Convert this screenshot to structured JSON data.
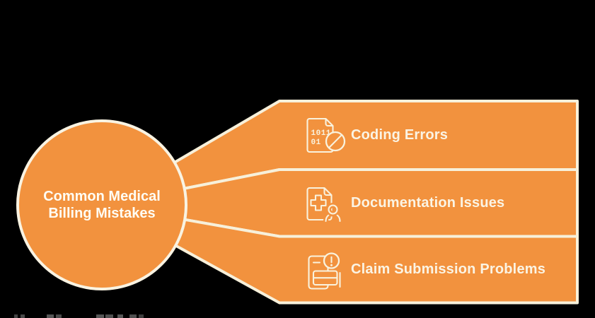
{
  "figure": {
    "type": "hub-and-branches infographic",
    "hub": {
      "label_line1": "Common Medical",
      "label_line2": "Billing Mistakes"
    },
    "branches": [
      {
        "label": "Coding Errors",
        "icon": "coding-document-prohibited-icon",
        "icon_binary_line1": "1011",
        "icon_binary_line2": "01"
      },
      {
        "label": "Documentation Issues",
        "icon": "medical-document-user-icon"
      },
      {
        "label": "Claim Submission Problems",
        "icon": "claim-document-alert-icon"
      }
    ],
    "colors": {
      "shape_orange": "#F2923E",
      "outline_cream": "#F7F0DA",
      "hub_text": "#FFFDF4",
      "branch_text": "#FBF4E4",
      "background": "#000000"
    }
  }
}
